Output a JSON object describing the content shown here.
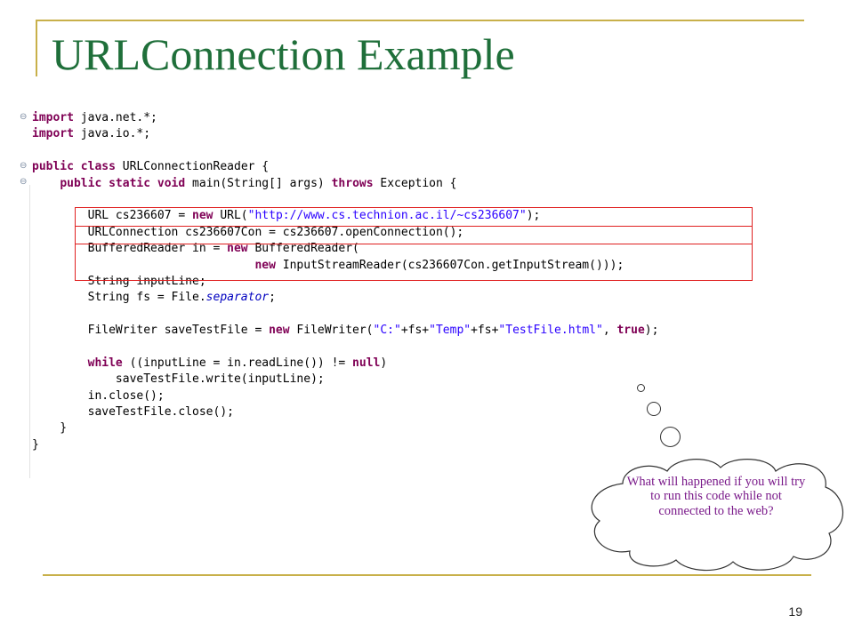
{
  "slide": {
    "title": "URLConnection Example",
    "page_number": "19"
  },
  "code": {
    "lines": [
      [
        {
          "t": "import",
          "c": "kw"
        },
        {
          "t": " java.net.*;"
        }
      ],
      [
        {
          "t": "import",
          "c": "kw"
        },
        {
          "t": " java.io.*;"
        }
      ],
      [],
      [
        {
          "t": "public",
          "c": "kw"
        },
        {
          "t": " "
        },
        {
          "t": "class",
          "c": "kw"
        },
        {
          "t": " URLConnectionReader {"
        }
      ],
      [
        {
          "t": "    "
        },
        {
          "t": "public",
          "c": "kw"
        },
        {
          "t": " "
        },
        {
          "t": "static",
          "c": "kw"
        },
        {
          "t": " "
        },
        {
          "t": "void",
          "c": "kw"
        },
        {
          "t": " main(String[] args) "
        },
        {
          "t": "throws",
          "c": "kw"
        },
        {
          "t": " Exception {"
        }
      ],
      [],
      [
        {
          "t": "        URL cs236607 = "
        },
        {
          "t": "new",
          "c": "kw"
        },
        {
          "t": " URL("
        },
        {
          "t": "\"http://www.cs.technion.ac.il/~cs236607\"",
          "c": "str"
        },
        {
          "t": ");"
        }
      ],
      [
        {
          "t": "        URLConnection cs236607Con = cs236607.openConnection();"
        }
      ],
      [
        {
          "t": "        BufferedReader in = "
        },
        {
          "t": "new",
          "c": "kw"
        },
        {
          "t": " BufferedReader("
        }
      ],
      [
        {
          "t": "                                "
        },
        {
          "t": "new",
          "c": "kw"
        },
        {
          "t": " InputStreamReader(cs236607Con.getInputStream()));"
        }
      ],
      [
        {
          "t": "        String inputLine;"
        }
      ],
      [
        {
          "t": "        String fs = File."
        },
        {
          "t": "separator",
          "c": "it"
        },
        {
          "t": ";"
        }
      ],
      [],
      [
        {
          "t": "        FileWriter saveTestFile = "
        },
        {
          "t": "new",
          "c": "kw"
        },
        {
          "t": " FileWriter("
        },
        {
          "t": "\"C:\"",
          "c": "str"
        },
        {
          "t": "+fs+"
        },
        {
          "t": "\"Temp\"",
          "c": "str"
        },
        {
          "t": "+fs+"
        },
        {
          "t": "\"TestFile.html\"",
          "c": "str"
        },
        {
          "t": ", "
        },
        {
          "t": "true",
          "c": "kw"
        },
        {
          "t": ");"
        }
      ],
      [],
      [
        {
          "t": "        "
        },
        {
          "t": "while",
          "c": "kw"
        },
        {
          "t": " ((inputLine = in.readLine()) != "
        },
        {
          "t": "null",
          "c": "kw"
        },
        {
          "t": ")"
        }
      ],
      [
        {
          "t": "            saveTestFile.write(inputLine);"
        }
      ],
      [
        {
          "t": "        in.close();"
        }
      ],
      [
        {
          "t": "        saveTestFile.close();"
        }
      ],
      [
        {
          "t": "    }"
        }
      ],
      [
        {
          "t": "}"
        }
      ]
    ],
    "fold_markers": [
      "⊖",
      "⊖",
      "⊖"
    ]
  },
  "callout": {
    "text": "What will happened if you will try to run this code while not connected to the web?"
  },
  "colors": {
    "title": "#1f6f3a",
    "frame": "#c8b04a",
    "keyword": "#7f0055",
    "string": "#2a00ff",
    "highlight_box": "#e02020",
    "callout_text": "#7a1a8a"
  }
}
